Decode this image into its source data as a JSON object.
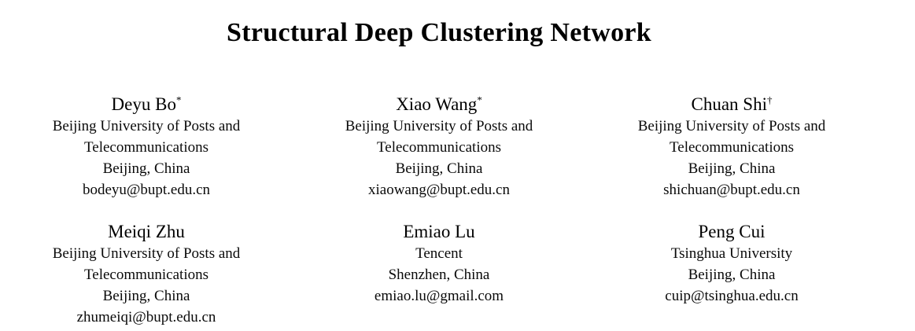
{
  "document": {
    "title": "Structural Deep Clustering Network",
    "background_color": "#ffffff",
    "text_color": "#000000"
  },
  "authors": [
    {
      "name": "Deyu Bo",
      "mark": "*",
      "affiliation_lines": [
        "Beijing University of Posts and",
        "Telecommunications"
      ],
      "location": "Beijing, China",
      "email": "bodeyu@bupt.edu.cn"
    },
    {
      "name": "Xiao Wang",
      "mark": "*",
      "affiliation_lines": [
        "Beijing University of Posts and",
        "Telecommunications"
      ],
      "location": "Beijing, China",
      "email": "xiaowang@bupt.edu.cn"
    },
    {
      "name": "Chuan Shi",
      "mark": "†",
      "affiliation_lines": [
        "Beijing University of Posts and",
        "Telecommunications"
      ],
      "location": "Beijing, China",
      "email": "shichuan@bupt.edu.cn"
    },
    {
      "name": "Meiqi Zhu",
      "mark": "",
      "affiliation_lines": [
        "Beijing University of Posts and",
        "Telecommunications"
      ],
      "location": "Beijing, China",
      "email": "zhumeiqi@bupt.edu.cn"
    },
    {
      "name": "Emiao Lu",
      "mark": "",
      "affiliation_lines": [
        "Tencent"
      ],
      "location": "Shenzhen, China",
      "email": "emiao.lu@gmail.com"
    },
    {
      "name": "Peng Cui",
      "mark": "",
      "affiliation_lines": [
        "Tsinghua University"
      ],
      "location": "Beijing, China",
      "email": "cuip@tsinghua.edu.cn"
    }
  ]
}
